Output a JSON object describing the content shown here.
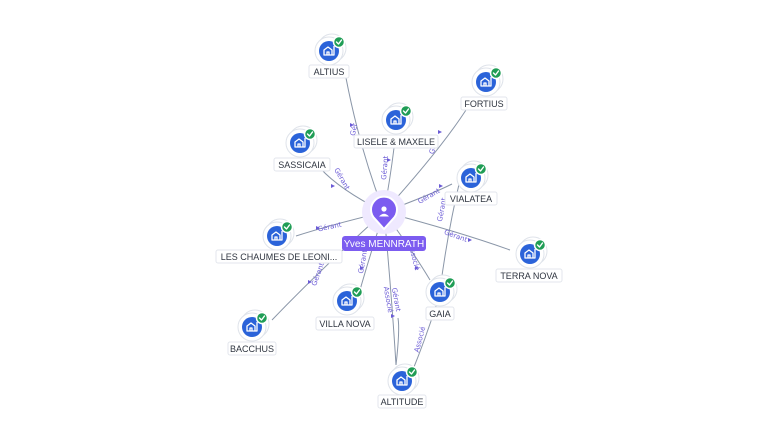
{
  "center": {
    "label": "Yves MENNRATH",
    "icon": "person-icon"
  },
  "companies": [
    {
      "id": "altius",
      "label": "ALTIUS",
      "status": "active",
      "icon": "building-icon",
      "edge_label": "Gér"
    },
    {
      "id": "lisele",
      "label": "LISELE & MAXELE",
      "status": "active",
      "icon": "building-icon",
      "edge_label": "Gérant"
    },
    {
      "id": "fortius",
      "label": "FORTIUS",
      "status": "active",
      "icon": "building-icon",
      "edge_label": "Gé"
    },
    {
      "id": "sassicaia",
      "label": "SASSICAIA",
      "status": "active",
      "icon": "building-icon",
      "edge_label": "Gérant"
    },
    {
      "id": "vialatea",
      "label": "VIALATEA",
      "status": "active",
      "icon": "building-icon",
      "edge_label": "Gérant"
    },
    {
      "id": "chaumes",
      "label": "LES CHAUMES DE LEONI...",
      "status": "active",
      "icon": "building-icon",
      "edge_label": "Gérant"
    },
    {
      "id": "terranova",
      "label": "TERRA NOVA",
      "status": "active",
      "icon": "building-icon",
      "edge_label": "Gérant"
    },
    {
      "id": "villanova",
      "label": "VILLA NOVA",
      "status": "active",
      "icon": "building-icon",
      "edge_label": "Gérant"
    },
    {
      "id": "gaia",
      "label": "GAIA",
      "status": "active",
      "icon": "building-icon",
      "edge_label": "Associé"
    },
    {
      "id": "bacchus",
      "label": "BACCHUS",
      "status": "active",
      "icon": "building-icon",
      "edge_label": "Gérant"
    },
    {
      "id": "altitude",
      "label": "ALTITUDE",
      "status": "active",
      "icon": "building-icon",
      "edge_label": "Gérant"
    }
  ],
  "extra_edge_labels": [
    {
      "text": "Associé",
      "near": "altitude"
    },
    {
      "text": "Associé",
      "near": "gaia"
    },
    {
      "text": "Gérant",
      "near": "gaia"
    }
  ],
  "colors": {
    "company_icon": "#2b63d9",
    "active_check": "#1f9d55",
    "person": "#7c5cf0",
    "edge": "#8a96a8",
    "edge_label": "#6b5bd6"
  }
}
